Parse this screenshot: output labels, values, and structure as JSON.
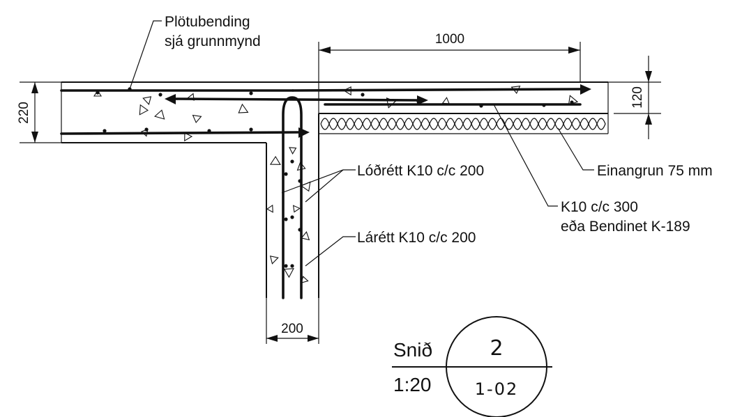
{
  "labels": {
    "slab_reinforcement_line1": "Plötubending",
    "slab_reinforcement_line2": "sjá grunnmynd",
    "vertical_rebar": "Lóðrétt K10 c/c 200",
    "horizontal_rebar": "Lárétt K10 c/c 200",
    "insulation": "Einangrun 75 mm",
    "mesh_line1": "K10 c/c 300",
    "mesh_line2": "eða Bendinet K-189"
  },
  "dimensions": {
    "top_length": "1000",
    "slab_thickness": "220",
    "thin_slab_thickness": "120",
    "wall_width": "200"
  },
  "title_block": {
    "section_word": "Snið",
    "scale": "1:20",
    "section_number": "2",
    "sheet_ref": "1-02"
  }
}
